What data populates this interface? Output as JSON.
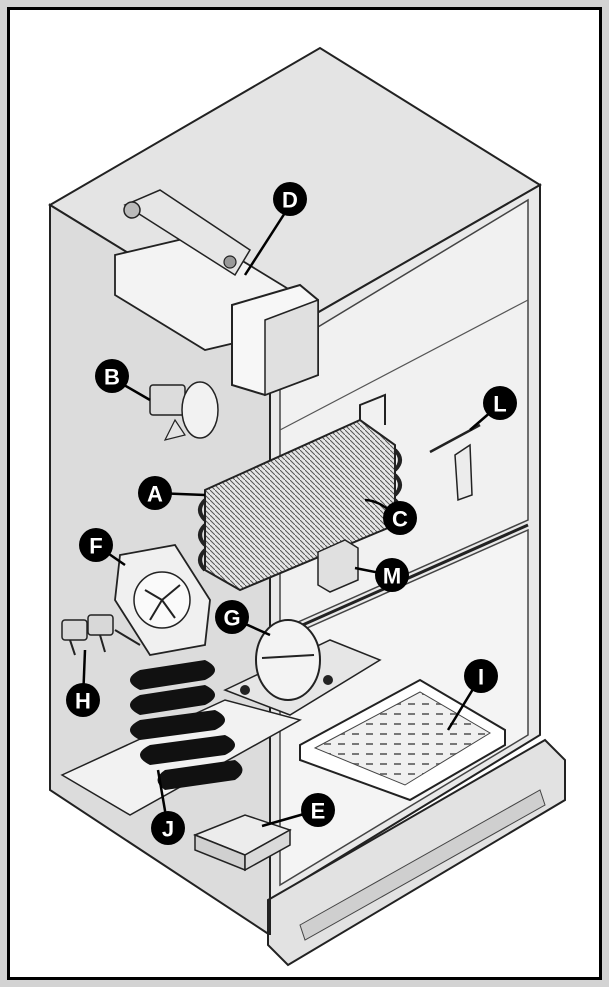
{
  "callouts": {
    "a": "A",
    "b": "B",
    "c": "C",
    "d": "D",
    "e": "E",
    "f": "F",
    "g": "G",
    "h": "H",
    "i": "I",
    "j": "J",
    "l": "L",
    "m": "M"
  },
  "colors": {
    "frame": "#d3d3d3",
    "panel_border": "#000000",
    "cabinet_fill": "#d9d9d9",
    "part_fill": "#e8e8e8",
    "callout_fill": "#000000",
    "callout_text": "#ffffff"
  },
  "icons": [
    "refrigerator-cutaway-icon",
    "ice-maker-icon",
    "fan-motor-icon",
    "evaporator-icon",
    "compressor-icon",
    "condenser-icon",
    "water-valve-icon",
    "drain-pan-icon",
    "control-board-icon"
  ]
}
